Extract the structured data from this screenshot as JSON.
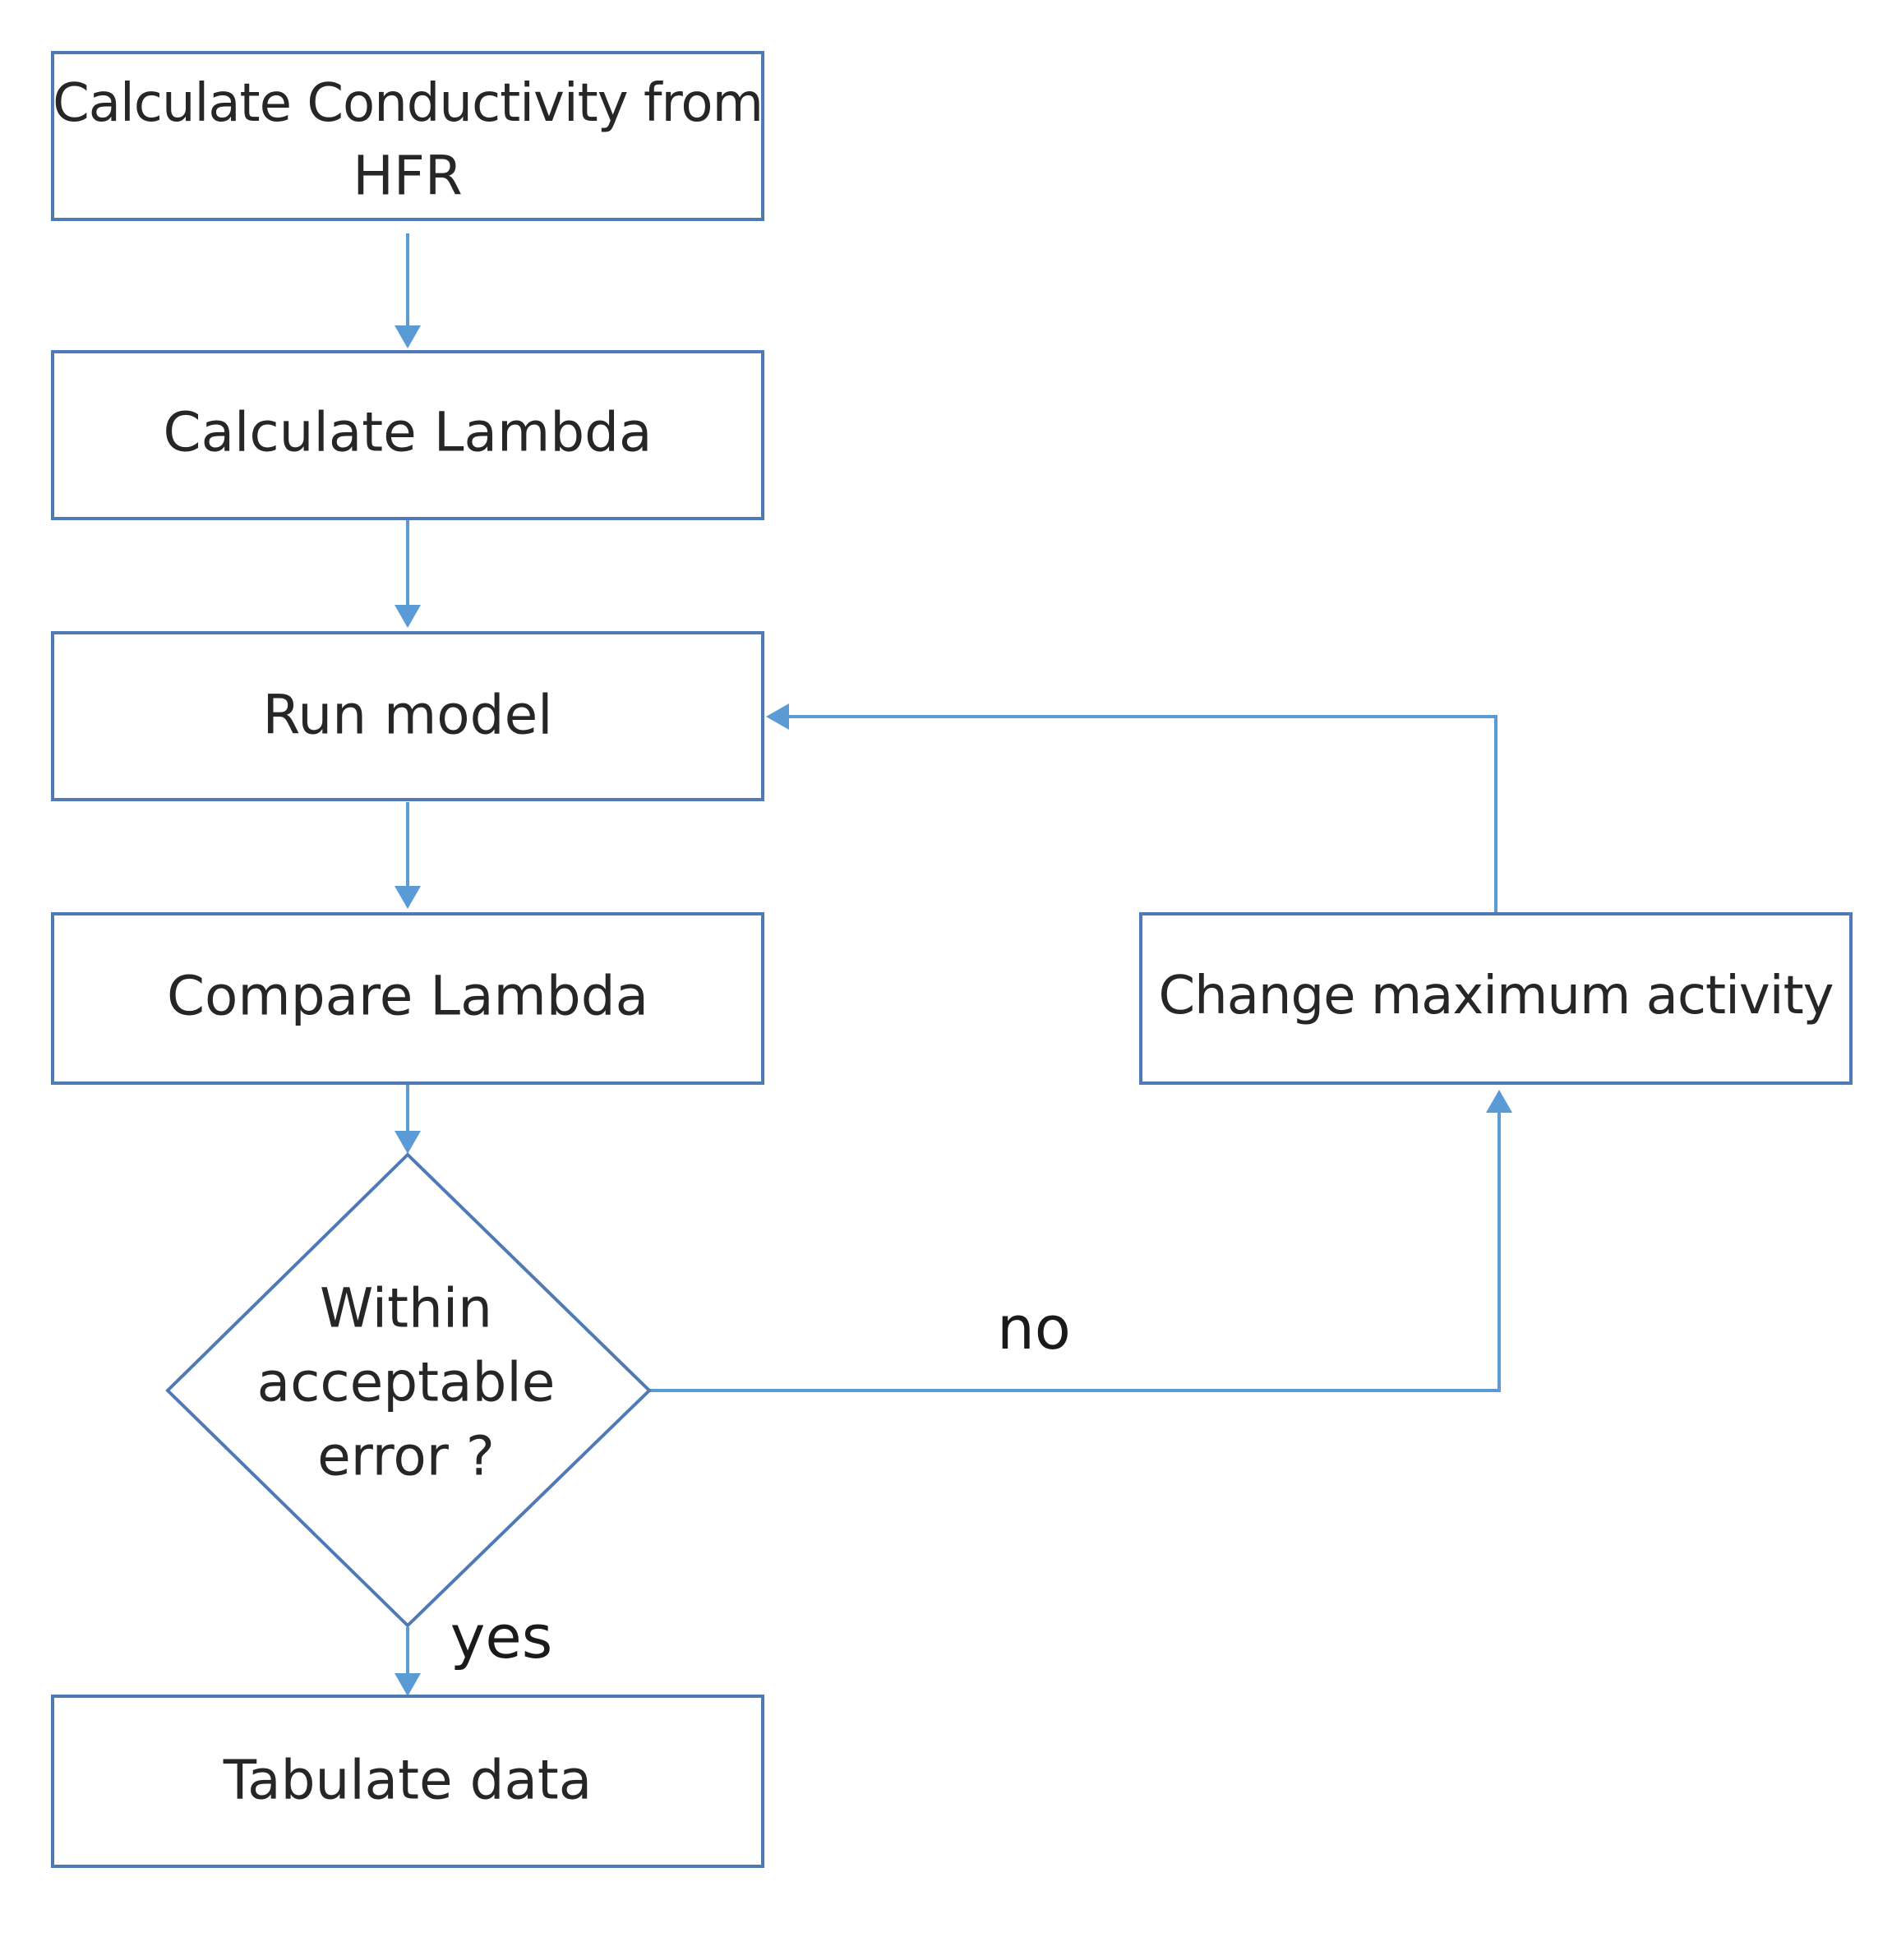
{
  "colors": {
    "box_border": "#4f7ab6",
    "connector": "#5b9bd5",
    "text": "#262626",
    "background": "#ffffff"
  },
  "nodes": {
    "conductivity": {
      "line1": "Calculate Conductivity from",
      "line2": "HFR"
    },
    "calc_lambda": {
      "label": "Calculate Lambda"
    },
    "run_model": {
      "label": "Run model"
    },
    "compare_lambda": {
      "label": "Compare Lambda"
    },
    "decision": {
      "line1": "Within",
      "line2": "acceptable",
      "line3": "error ?"
    },
    "change_activity": {
      "label": "Change maximum activity"
    },
    "tabulate": {
      "label": "Tabulate data"
    }
  },
  "edges": {
    "no_label": "no",
    "yes_label": "yes"
  }
}
